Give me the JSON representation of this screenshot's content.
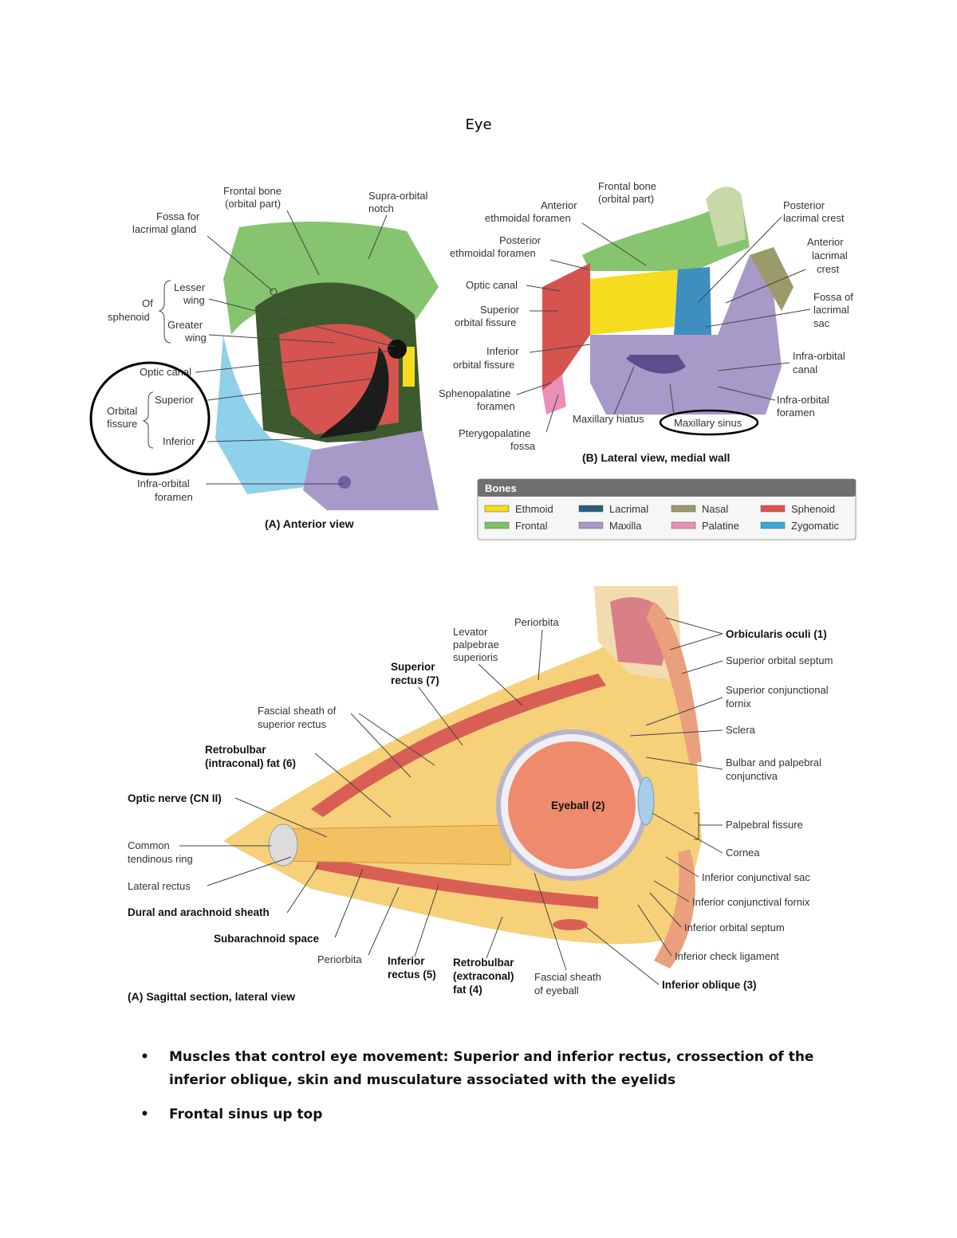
{
  "page": {
    "title": "Eye"
  },
  "figure_a": {
    "caption": "(A) Anterior view",
    "labels": {
      "frontal_bone": [
        "Frontal bone",
        "(orbital part)"
      ],
      "supraorbital_notch": [
        "Supra-orbital",
        "notch"
      ],
      "fossa_lacrimal_gland": [
        "Fossa for",
        "lacrimal gland"
      ],
      "of_sphenoid": [
        "Of",
        "sphenoid"
      ],
      "lesser_wing": [
        "Lesser",
        "wing"
      ],
      "greater_wing": [
        "Greater",
        "wing"
      ],
      "optic_canal": "Optic canal",
      "orbital_fissure": [
        "Orbital",
        "fissure"
      ],
      "superior": "Superior",
      "inferior": "Inferior",
      "infraorbital_foramen": [
        "Infra-orbital",
        "foramen"
      ]
    }
  },
  "figure_b": {
    "caption": "(B) Lateral view, medial wall",
    "labels": {
      "frontal_bone": [
        "Frontal bone",
        "(orbital part)"
      ],
      "anterior_ethmoidal": [
        "Anterior",
        "ethmoidal foramen"
      ],
      "posterior_ethmoidal": [
        "Posterior",
        "ethmoidal foramen"
      ],
      "optic_canal": "Optic canal",
      "superior_orbital_fissure": [
        "Superior",
        "orbital fissure"
      ],
      "inferior_orbital_fissure": [
        "Inferior",
        "orbital fissure"
      ],
      "sphenopalatine": [
        "Sphenopalatine",
        "foramen"
      ],
      "pterygopalatine": [
        "Pterygopalatine",
        "fossa"
      ],
      "maxillary_hiatus": "Maxillary hiatus",
      "maxillary_sinus": "Maxillary sinus",
      "posterior_lacrimal_crest": [
        "Posterior",
        "lacrimal crest"
      ],
      "anterior_lacrimal_crest": [
        "Anterior",
        "lacrimal",
        "crest"
      ],
      "fossa_lacrimal_sac": [
        "Fossa of",
        "lacrimal",
        "sac"
      ],
      "infraorbital_canal": [
        "Infra-orbital",
        "canal"
      ],
      "infraorbital_foramen": [
        "Infra-orbital",
        "foramen"
      ]
    }
  },
  "legend": {
    "title": "Bones",
    "items": [
      {
        "name": "Ethmoid",
        "color": "#f5dc1e"
      },
      {
        "name": "Lacrimal",
        "color": "#27607f"
      },
      {
        "name": "Nasal",
        "color": "#9b9a6a"
      },
      {
        "name": "Sphenoid",
        "color": "#d9534f"
      },
      {
        "name": "Frontal",
        "color": "#7ec16a"
      },
      {
        "name": "Maxilla",
        "color": "#a79ac9"
      },
      {
        "name": "Palatine",
        "color": "#e98fb8"
      },
      {
        "name": "Zygomatic",
        "color": "#3da8d8"
      }
    ]
  },
  "figure_c": {
    "caption": "(A) Sagittal section, lateral view",
    "labels": {
      "periorbita_top": "Periorbita",
      "levator": [
        "Levator",
        "palpebrae",
        "superioris"
      ],
      "superior_rectus": [
        "Superior",
        "rectus (7)"
      ],
      "fascial_sheath_sr": [
        "Fascial sheath of",
        "superior rectus"
      ],
      "retrobulbar_intraconal": [
        "Retrobulbar",
        "(intraconal) fat (6)"
      ],
      "optic_nerve": "Optic nerve (CN II)",
      "common_ring": [
        "Common",
        "tendinous ring"
      ],
      "lateral_rectus": "Lateral rectus",
      "dural_sheath": "Dural and arachnoid sheath",
      "subarachnoid": "Subarachnoid space",
      "periorbita_bottom": "Periorbita",
      "inferior_rectus": [
        "Inferior",
        "rectus (5)"
      ],
      "retrobulbar_extraconal": [
        "Retrobulbar",
        "(extraconal)",
        "fat (4)"
      ],
      "fascial_sheath_eyeball": [
        "Fascial sheath",
        "of eyeball"
      ],
      "eyeball": "Eyeball (2)",
      "orbicularis": "Orbicularis oculi (1)",
      "superior_orbital_septum": "Superior orbital septum",
      "superior_conj_fornix": [
        "Superior conjunctional",
        "fornix"
      ],
      "sclera": "Sclera",
      "bulbar_conj": [
        "Bulbar and palpebral",
        "conjunctiva"
      ],
      "palpebral_fissure": "Palpebral fissure",
      "cornea": "Cornea",
      "inferior_conj_sac": "Inferior conjunctival sac",
      "inferior_conj_fornix": "Inferior conjunctival fornix",
      "inferior_orbital_septum": "Inferior orbital septum",
      "inferior_check": "Inferior check ligament",
      "inferior_oblique": "Inferior oblique (3)"
    }
  },
  "notes": [
    "Muscles that control eye movement: Superior and inferior rectus, crossection of the inferior oblique, skin and musculature associated with the eyelids",
    "Frontal sinus up top"
  ]
}
